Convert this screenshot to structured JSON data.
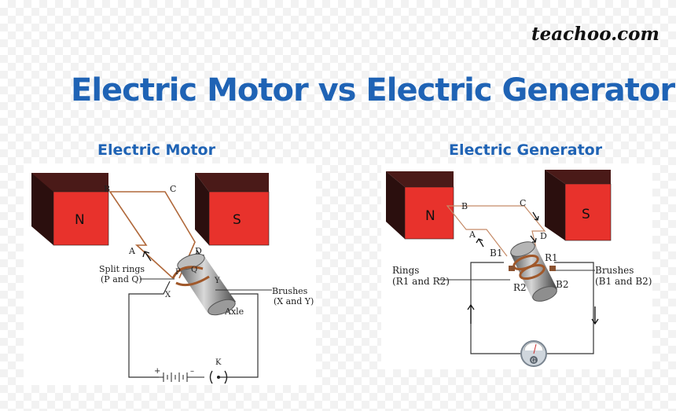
{
  "brand": "teachoo.com",
  "title": "Electric Motor vs Electric Generator",
  "motor": {
    "heading": "Electric Motor",
    "magnet_n": "N",
    "magnet_s": "S",
    "pt_a": "A",
    "pt_b": "B",
    "pt_c": "C",
    "pt_d": "D",
    "split_rings_1": "Split rings",
    "split_rings_2": "(P and Q)",
    "pt_p": "P",
    "pt_q": "Q",
    "pt_x": "X",
    "pt_y": "Y",
    "brushes_1": "Brushes",
    "brushes_2": "(X and Y)",
    "axle": "Axle",
    "plus": "+",
    "minus": "–",
    "key": "K"
  },
  "generator": {
    "heading": "Electric Generator",
    "magnet_n": "N",
    "magnet_s": "S",
    "pt_a": "A",
    "pt_b": "B",
    "pt_c": "C",
    "pt_d": "D",
    "b1": "B1",
    "r1": "R1",
    "r2": "R2",
    "b2": "B2",
    "rings_1": "Rings",
    "rings_2": "(R1 and R2)",
    "brushes_1": "Brushes",
    "brushes_2": "(B1 and B2)",
    "galvanometer": "G"
  },
  "colors": {
    "title": "#1f63b5",
    "magnet_front": "#e8322c",
    "magnet_side": "#3a1614",
    "coil": "#b0683a"
  }
}
